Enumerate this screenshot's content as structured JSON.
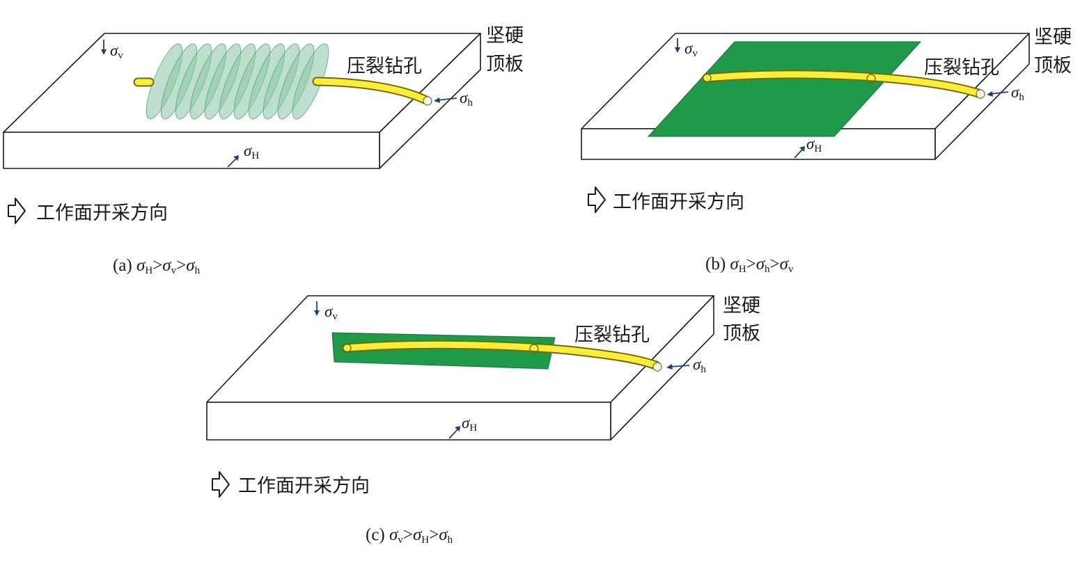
{
  "colors": {
    "borehole": "#ffee33",
    "fracture_transverse": "#88c4a6",
    "fracture_longitudinal": "#1f9a48",
    "stress_arrow": "#1f3f7a",
    "outline": "#1a1a1a"
  },
  "icons": {
    "direction": "hollow-right-arrow-icon"
  },
  "panels": [
    {
      "label": "(a)",
      "condition": [
        "σ",
        "H",
        ">",
        "σ",
        "v",
        ">",
        "σ",
        "h"
      ],
      "roof_label_1": "坚硬",
      "roof_label_2": "顶板",
      "borehole_label": "压裂钻孔",
      "direction_label": "工作面开采方向",
      "stress_v": [
        "σ",
        "v"
      ],
      "stress_h": [
        "σ",
        "h"
      ],
      "stress_H": [
        "σ",
        "H"
      ]
    },
    {
      "label": "(b)",
      "condition": [
        "σ",
        "H",
        ">",
        "σ",
        "h",
        ">",
        "σ",
        "v"
      ],
      "roof_label_1": "坚硬",
      "roof_label_2": "顶板",
      "borehole_label": "压裂钻孔",
      "direction_label": "工作面开采方向",
      "stress_v": [
        "σ",
        "v"
      ],
      "stress_h": [
        "σ",
        "h"
      ],
      "stress_H": [
        "σ",
        "H"
      ]
    },
    {
      "label": "(c)",
      "condition": [
        "σ",
        "v",
        ">",
        "σ",
        "H",
        ">",
        "σ",
        "h"
      ],
      "roof_label_1": "坚硬",
      "roof_label_2": "顶板",
      "borehole_label": "压裂钻孔",
      "direction_label": "工作面开采方向",
      "stress_v": [
        "σ",
        "v"
      ],
      "stress_h": [
        "σ",
        "h"
      ],
      "stress_H": [
        "σ",
        "H"
      ]
    }
  ]
}
